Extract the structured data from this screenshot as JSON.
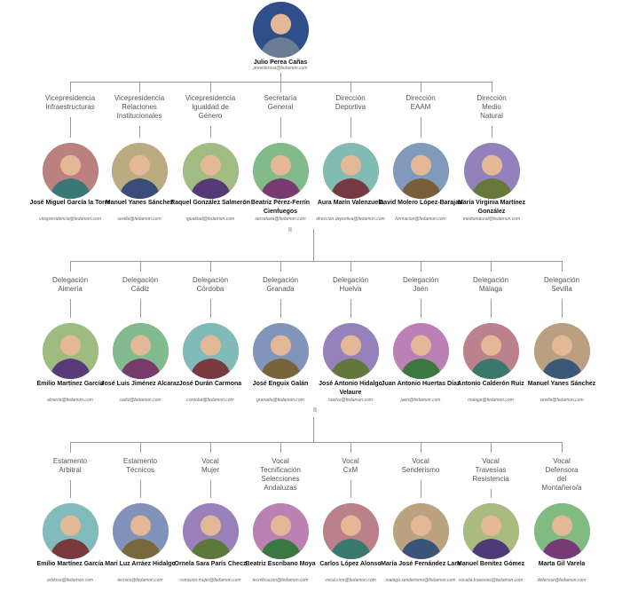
{
  "head": {
    "name": "Julio Perea Cañas",
    "email": "presidencia@fedamon.com"
  },
  "vicepresidencias": [
    {
      "role": "Vicepresidencia\nInfraestructuras",
      "name": "José Miguel García la Torre",
      "email": "vicepresidencia@fedamon.com"
    },
    {
      "role": "Vicepresidencia\nRelaciones\nInstitucionales",
      "name": "Manuel Yanes Sánchez",
      "email": "sevilla@fedamon.com"
    },
    {
      "role": "Vicepresidencia\nIgualdad de\nGénero",
      "name": "Raquel González Salmerón",
      "email": "igualdad@fedamon.com"
    },
    {
      "role": "Secretaría\nGeneral",
      "name": "Beatriz Pérez-Ferrín Cienfuegos",
      "email": "secretaria@fedamon.com"
    },
    {
      "role": "Dirección\nDeportiva",
      "name": "Aura Marín Valenzuela",
      "email": "direccion.deportiva@fedamon.com"
    },
    {
      "role": "Dirección\nEAAM",
      "name": "David Molero López-Barajas",
      "email": "formacion@fedamon.com"
    },
    {
      "role": "Dirección\nMedio\nNatural",
      "name": "María Virginia Martínez González",
      "email": "medionatural@fedamon.com"
    }
  ],
  "delegaciones": [
    {
      "role": "Delegación\nAlmería",
      "name": "Emilio Martínez García",
      "email": "almeria@fedamon.com"
    },
    {
      "role": "Delegación\nCádiz",
      "name": "José Luis Jiménez Alcaraz",
      "email": "cadiz@fedamon.com"
    },
    {
      "role": "Delegación\nCórdoba",
      "name": "José Durán Carmona",
      "email": "cordoba@fedamon.com"
    },
    {
      "role": "Delegación\nGranada",
      "name": "José Enguix Galán",
      "email": "granada@fedamon.com"
    },
    {
      "role": "Delegación\nHuelva",
      "name": "José Antonio Hidalgo Velaure",
      "email": "huelva@fedamon.com"
    },
    {
      "role": "Delegación\nJaén",
      "name": "Juan Antonio Huertas Díaz",
      "email": "jaen@fedamon.com"
    },
    {
      "role": "Delegación\nMálaga",
      "name": "Antonio Calderón Ruiz",
      "email": "malaga@fedamon.com"
    },
    {
      "role": "Delegación\nSevilla",
      "name": "Manuel Yanes Sánchez",
      "email": "sevilla@fedamon.com"
    }
  ],
  "vocalias": [
    {
      "role": "Estamento\nArbitral",
      "name": "Emilio Martínez García",
      "email": "arbitros@fedamon.com"
    },
    {
      "role": "Estamento\nTécnicos",
      "name": "Mari Luz Arráez Hidalgo",
      "email": "tecnico@fedamon.com"
    },
    {
      "role": "Vocal\nMujer",
      "name": "Ornela Sara París Checz",
      "email": "comision.mujer@fedamon.com"
    },
    {
      "role": "Vocal\nTecnificación\nSelecciones\nAndaluzas",
      "name": "Beatriz Escribano Moya",
      "email": "tecnificacion@fedamon.com"
    },
    {
      "role": "Vocal\nCxM",
      "name": "Carlos López Alonso",
      "email": "vocal.cxm@fedamon.com"
    },
    {
      "role": "Vocal\nSenderismo",
      "name": "María José Fernández Lara",
      "email": "malaga.senderismo@fedamon.com"
    },
    {
      "role": "Vocal\nTravesías\nResistencia",
      "name": "Manuel Benítez Gómez",
      "email": "vocalia.travesias@fedamon.com"
    },
    {
      "role": "Vocal\nDefensora\ndel\nMontañero/a",
      "name": "Marta Gil Varela",
      "email": "defensor@fedamon.com"
    }
  ],
  "separator_mark": "II",
  "colors": {
    "connector": "#9a9a9a",
    "name_text": "#111111",
    "role_text": "#555555"
  }
}
